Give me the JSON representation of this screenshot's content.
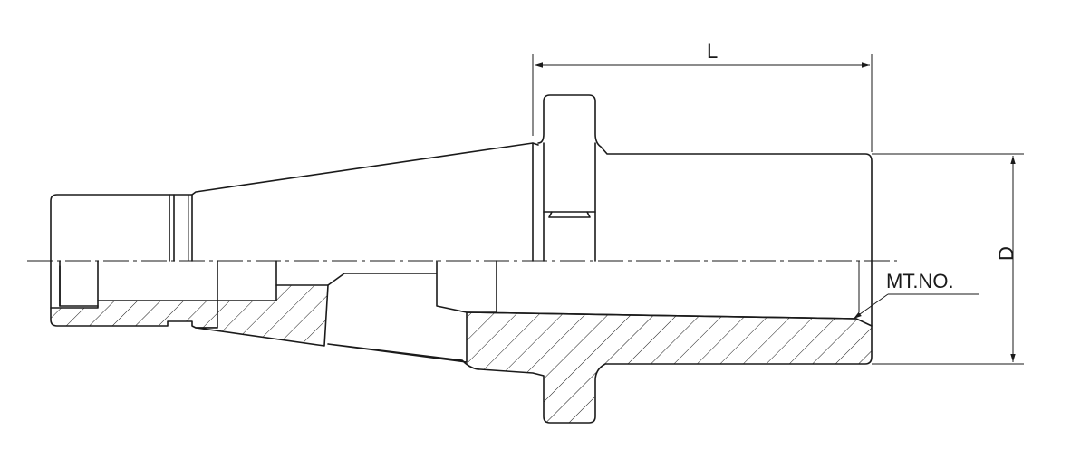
{
  "drawing": {
    "dimension_length_label": "L",
    "dimension_diameter_label": "D",
    "callout_label": "MT.NO."
  }
}
